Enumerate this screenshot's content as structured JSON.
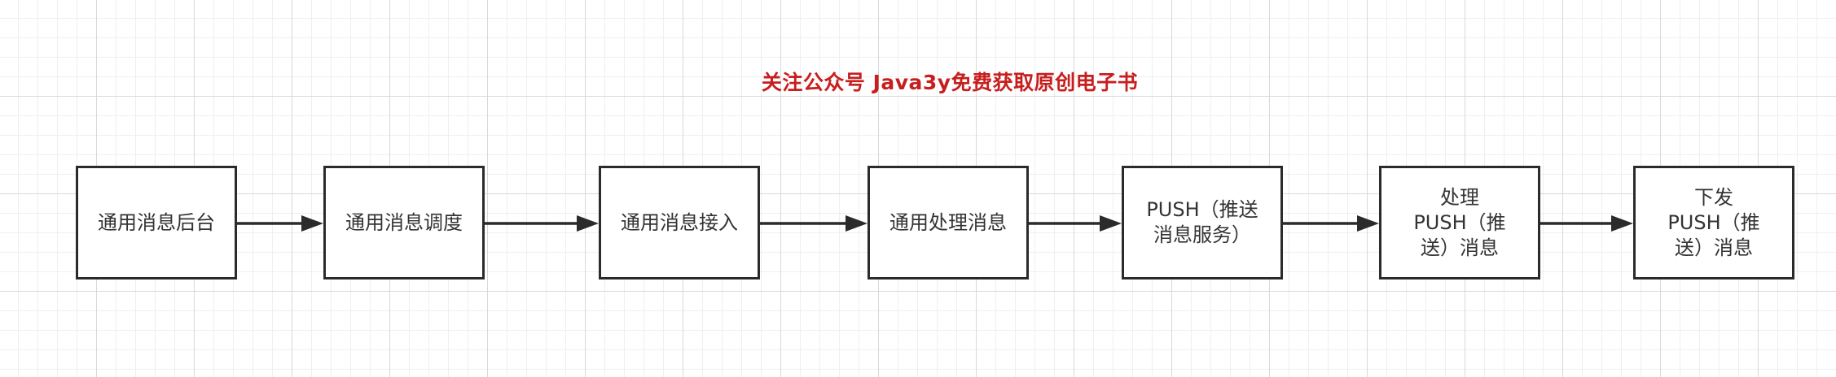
{
  "diagram": {
    "title": "关注公众号 Java3y免费获取原创电子书",
    "colors": {
      "title": "#c81e1e",
      "stroke": "#2b2b2b",
      "text": "#333333"
    },
    "nodes": [
      {
        "id": "n1",
        "label": "通用消息后台"
      },
      {
        "id": "n2",
        "label": "通用消息调度"
      },
      {
        "id": "n3",
        "label": "通用消息接入"
      },
      {
        "id": "n4",
        "label": "通用处理消息"
      },
      {
        "id": "n5",
        "label": "PUSH（推送\n消息服务）"
      },
      {
        "id": "n6",
        "label": "处理\nPUSH（推\n送）消息"
      },
      {
        "id": "n7",
        "label": "下发\nPUSH（推\n送）消息"
      }
    ],
    "edges": [
      {
        "from": "n1",
        "to": "n2"
      },
      {
        "from": "n2",
        "to": "n3"
      },
      {
        "from": "n3",
        "to": "n4"
      },
      {
        "from": "n4",
        "to": "n5"
      },
      {
        "from": "n5",
        "to": "n6"
      },
      {
        "from": "n6",
        "to": "n7"
      }
    ]
  }
}
